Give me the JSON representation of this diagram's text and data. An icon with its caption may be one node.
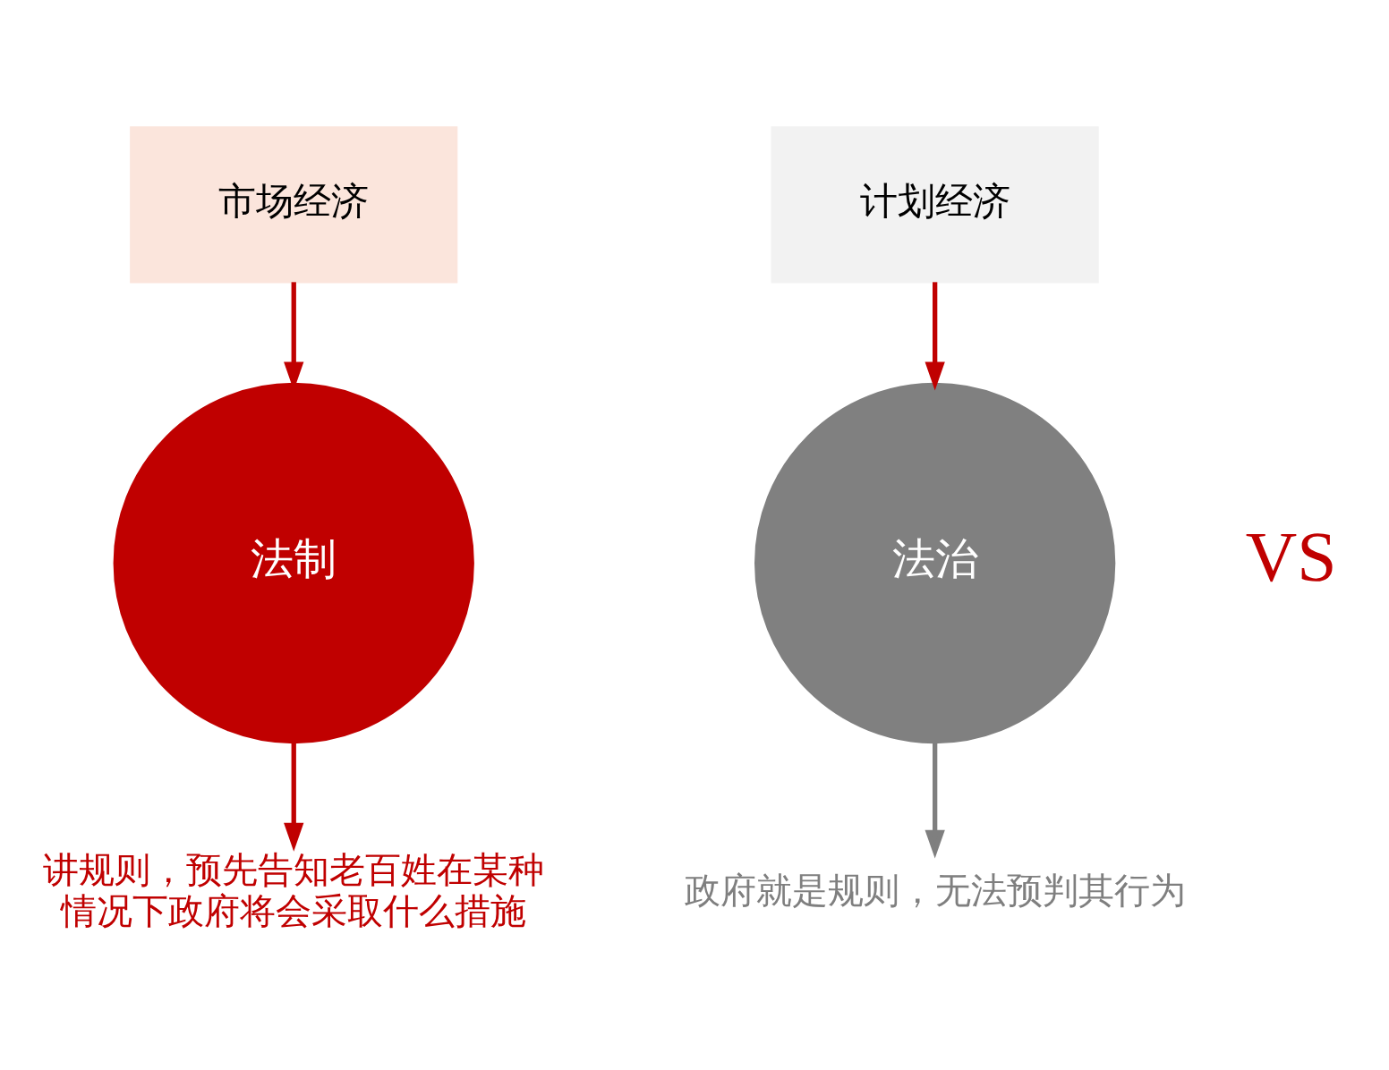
{
  "diagram": {
    "nodes": [
      {
        "text": [
          "市场经济"
        ]
      },
      {
        "text": [
          "计划经济"
        ]
      },
      {
        "text": [
          "法制"
        ]
      },
      {
        "text": [
          "法治"
        ]
      },
      {
        "text": [
          "讲规则，预先告知老百姓在某种情况下政府将会采取什么措施"
        ]
      },
      {
        "text": [
          "政府就是规则，无法预判其行为"
        ]
      }
    ],
    "edges": [
      {
        "from": 0,
        "to": 2,
        "arrow": "to"
      },
      {
        "from": 2,
        "to": 4,
        "arrow": "to"
      },
      {
        "from": 1,
        "to": 3,
        "arrow": "to"
      },
      {
        "from": 3,
        "to": 5,
        "arrow": "to",
        "color": "#7f7f7f"
      }
    ],
    "labels": [
      "VS"
    ]
  }
}
